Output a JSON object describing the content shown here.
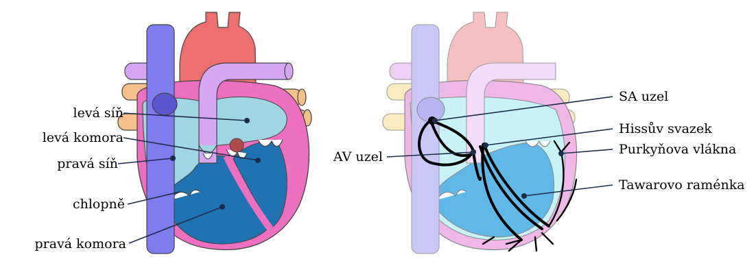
{
  "left_diagram": {
    "labels": {
      "left_atrium": "levá síň",
      "left_ventricle": "levá komora",
      "right_atrium": "pravá síň",
      "valves": "chlopně",
      "right_ventricle": "pravá komora"
    }
  },
  "right_diagram": {
    "labels": {
      "sa_node": "SA uzel",
      "his_bundle": "Hissův svazek",
      "av_node": "AV uzel",
      "purkinje_fibers": "Purkyňova vlákna",
      "bundle_branches": "Tawarovo raménka"
    }
  },
  "colors": {
    "vena_cava": "#7f7cf0",
    "aorta": "#ee6f6f",
    "pulmonary_artery": "#d6a6f2",
    "pulmonary_veins": "#f6c08a",
    "pulmonary_veins_alt": "#c6a6f0",
    "myocardium": "#ec6fc0",
    "atrium": "#9fd6e2",
    "ventricle": "#1f73b0",
    "leader": "#1e2c4a"
  }
}
